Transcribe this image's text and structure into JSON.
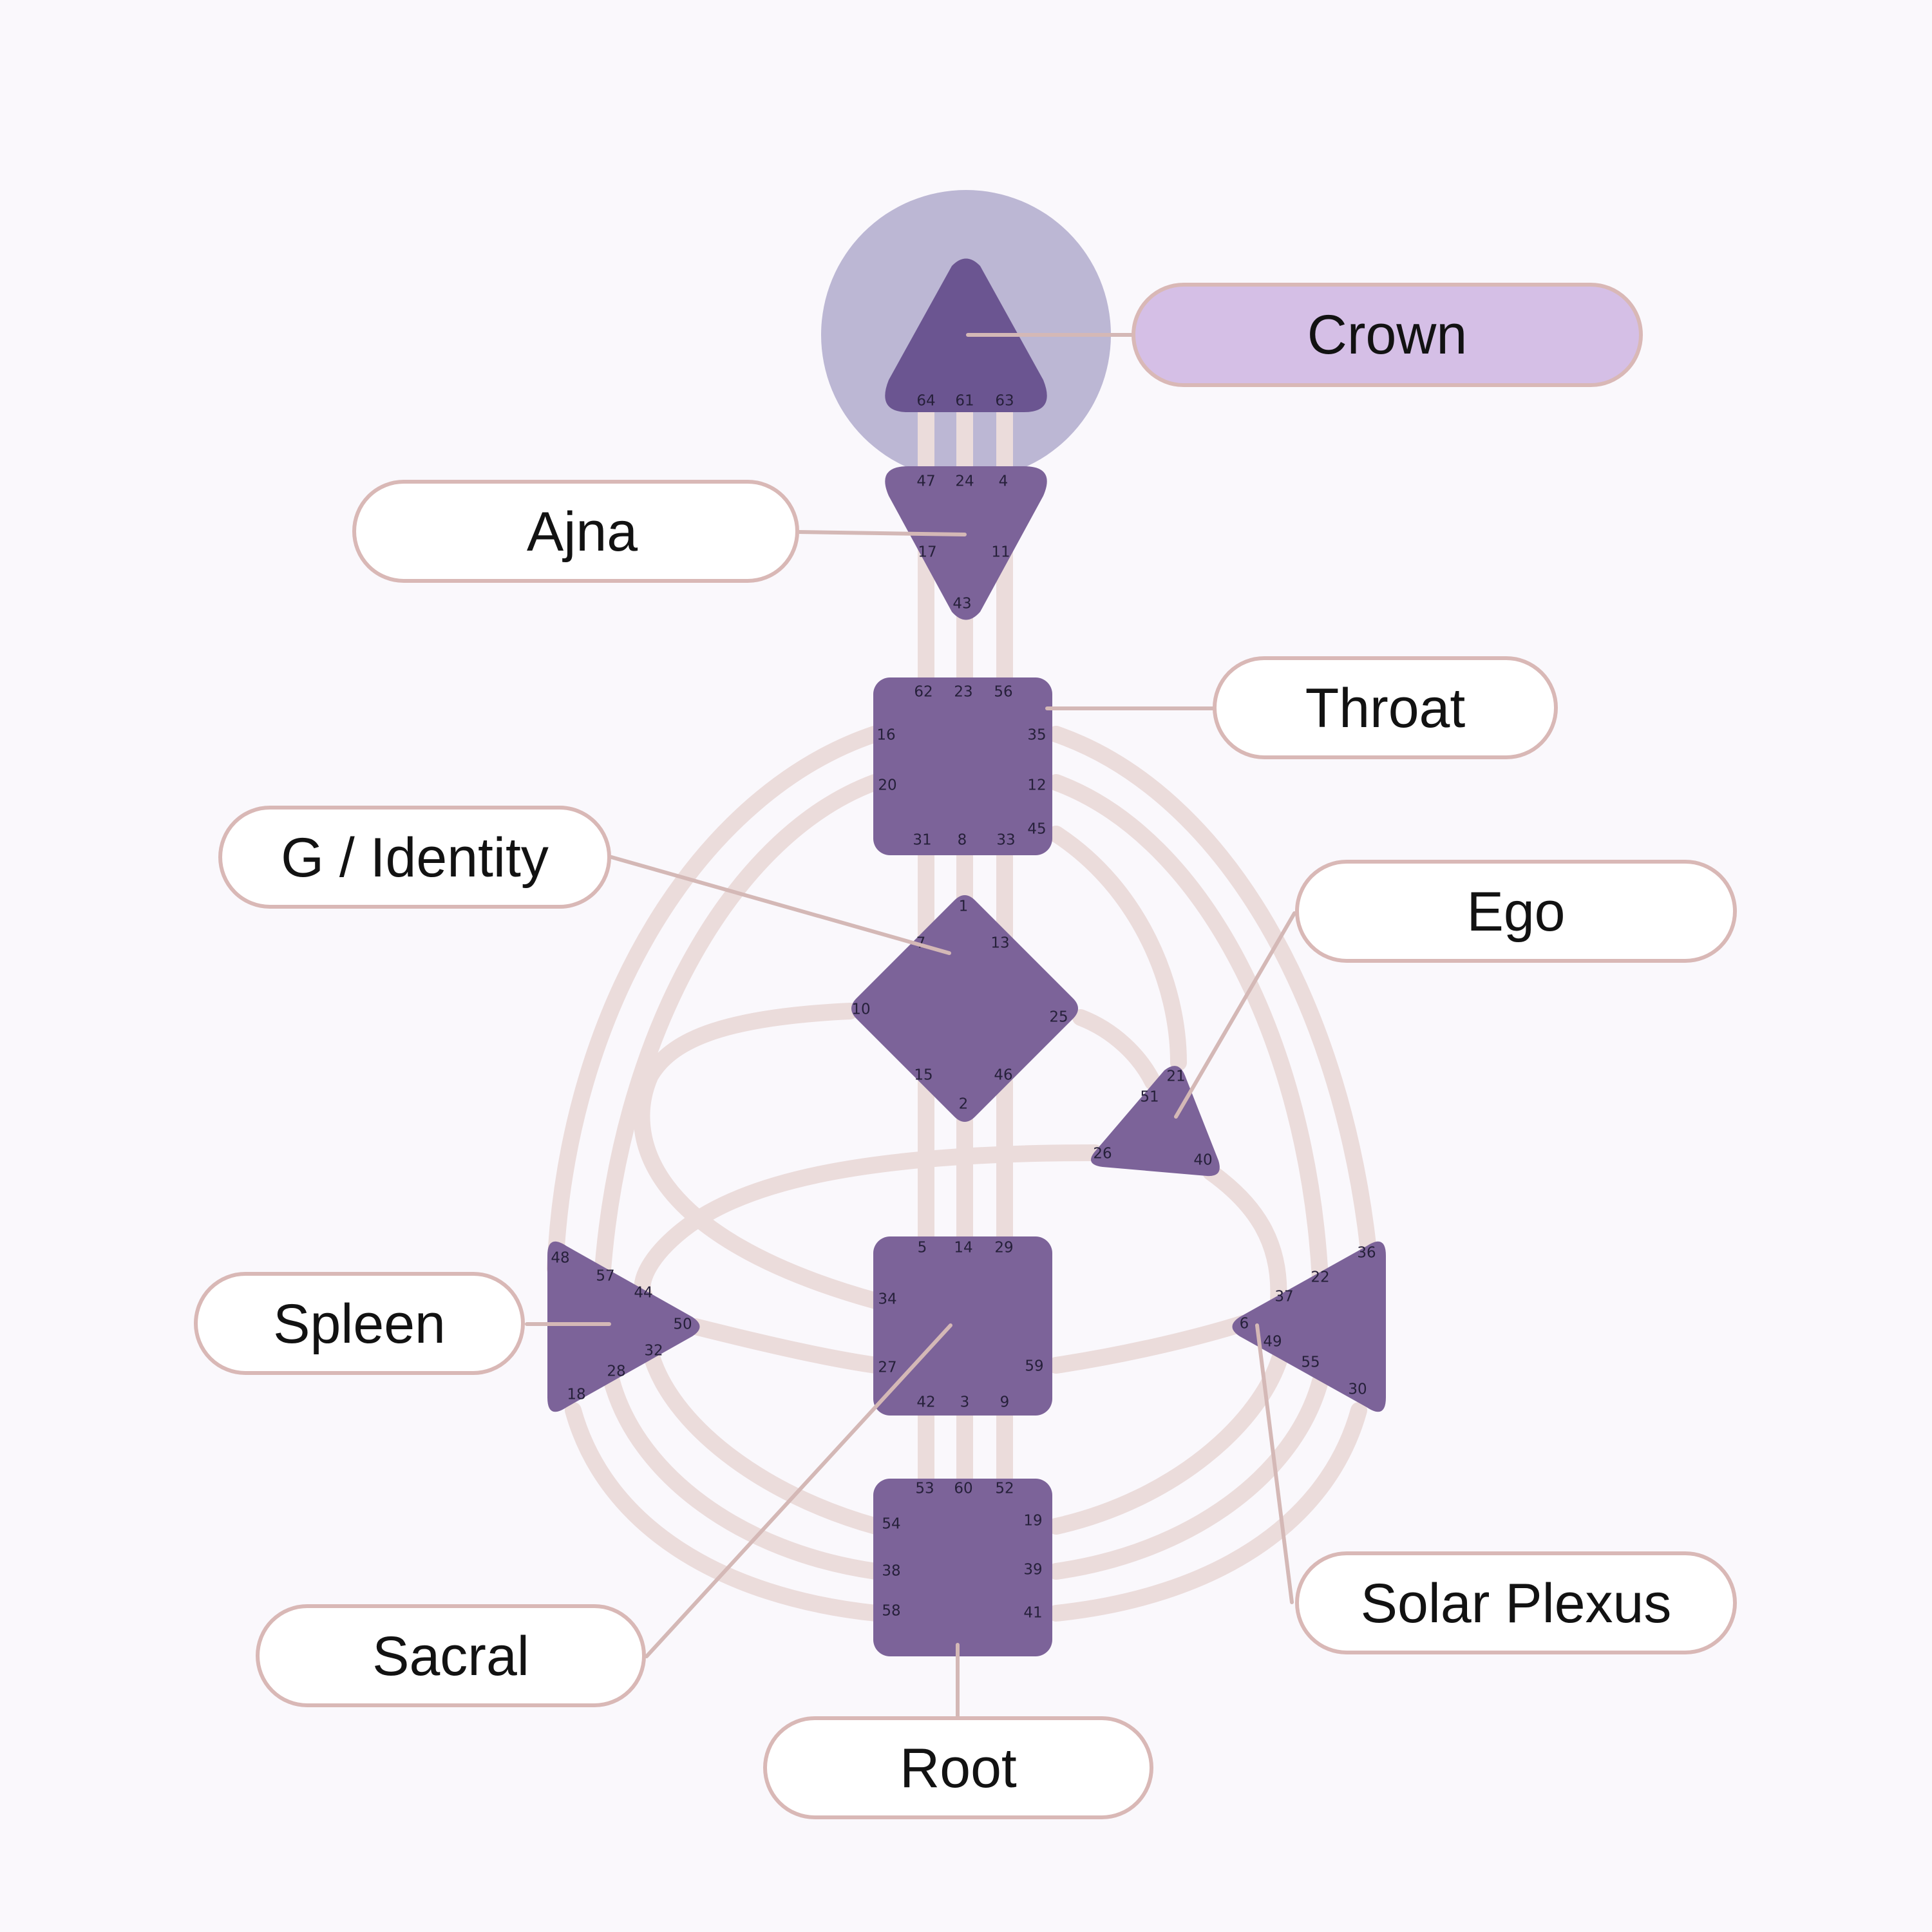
{
  "colors": {
    "background": "#faf8fc",
    "center_fill": "#7c6399",
    "crown_fill": "#6b5591",
    "crown_halo": "#bcb7d4",
    "channel": "#ebdcdb",
    "leader": "#d4b8b6",
    "label_border": "#d9b8b6",
    "label_fill": "#ffffff",
    "label_fill_selected": "#d5bfe6",
    "label_text": "#121212",
    "gate_text": "#26203a"
  },
  "selected_center": "crown",
  "labels": {
    "crown": "Crown",
    "ajna": "Ajna",
    "throat": "Throat",
    "g": "G / Identity",
    "ego": "Ego",
    "spleen": "Spleen",
    "sacral": "Sacral",
    "solar": "Solar Plexus",
    "root": "Root"
  },
  "gates": {
    "crown": [
      "64",
      "61",
      "63"
    ],
    "ajna": [
      "47",
      "24",
      "4",
      "17",
      "11",
      "43"
    ],
    "throat": [
      "62",
      "23",
      "56",
      "16",
      "35",
      "20",
      "12",
      "45",
      "31",
      "8",
      "33"
    ],
    "g": [
      "1",
      "7",
      "13",
      "10",
      "25",
      "15",
      "46",
      "2"
    ],
    "ego": [
      "21",
      "51",
      "26",
      "40"
    ],
    "spleen": [
      "48",
      "57",
      "44",
      "50",
      "32",
      "28",
      "18"
    ],
    "sacral": [
      "5",
      "14",
      "29",
      "34",
      "27",
      "59",
      "42",
      "3",
      "9"
    ],
    "solar": [
      "36",
      "22",
      "37",
      "6",
      "49",
      "55",
      "30"
    ],
    "root": [
      "53",
      "60",
      "52",
      "54",
      "19",
      "38",
      "39",
      "58",
      "41"
    ]
  }
}
